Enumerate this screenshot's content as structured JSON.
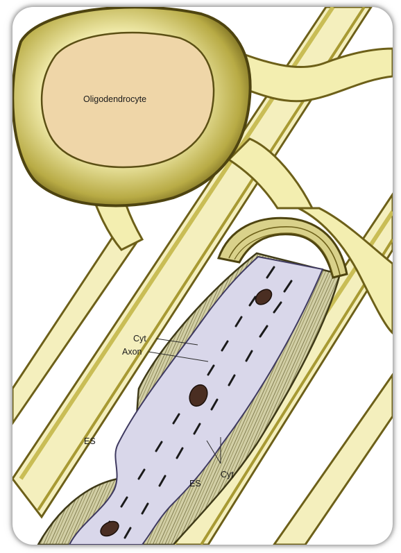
{
  "figure": {
    "labels": {
      "oligodendrocyte": "Oligodendrocyte",
      "cyt_top": "Cyt",
      "axon": "Axon",
      "es_left": "ES",
      "es_right": "ES",
      "cyt_bottom": "Cyt"
    },
    "colors": {
      "process_fill": "#f3eeb0",
      "process_dark": "#8a7c22",
      "nucleus": "#efd6a8",
      "axon": "#d9d7ea",
      "myelin": "#c8c69a",
      "mito": "#4a2e22"
    }
  }
}
